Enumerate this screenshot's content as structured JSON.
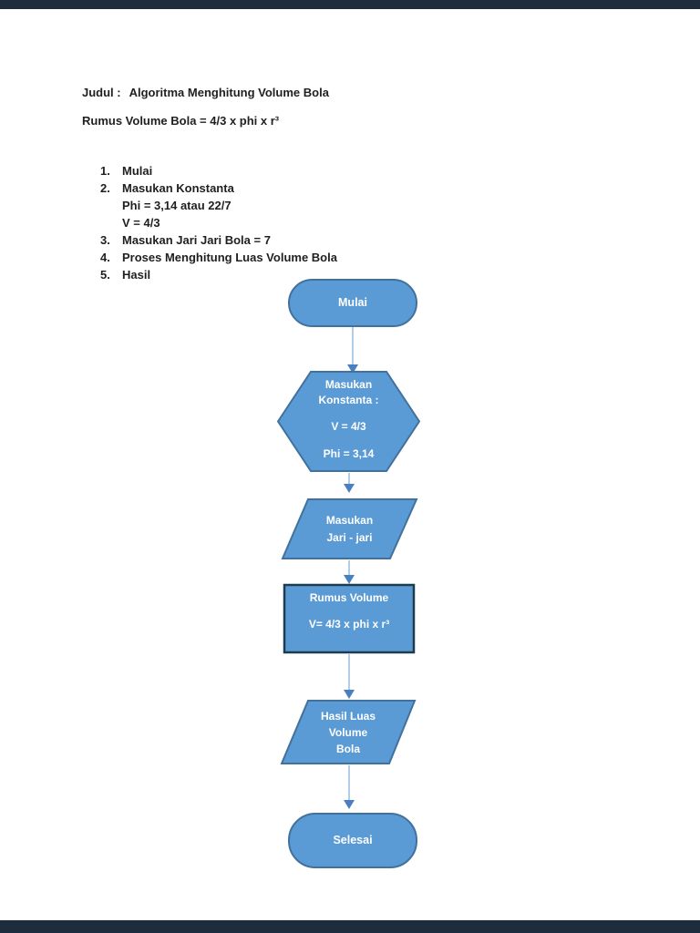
{
  "viewer": {
    "letterbox_color": "#1E2D3E"
  },
  "colors": {
    "shape_fill": "#5B9BD5",
    "shape_border": "#41719C",
    "process_border": "#1E3C50",
    "arrow_stem": "#95BEE4",
    "arrow_head": "#4A80C0",
    "shape_text": "#FFFFFF",
    "document_text": "#1F1F1F"
  },
  "document": {
    "title_label": "Judul :",
    "title_text": "Algoritma Menghitung Volume Bola",
    "formula_line": "Rumus Volume Bola = 4/3 x phi x r³",
    "steps": [
      {
        "num": "1.",
        "text": "Mulai"
      },
      {
        "num": "2.",
        "text": "Masukan Konstanta"
      },
      {
        "num": "",
        "text": "Phi = 3,14 atau 22/7"
      },
      {
        "num": "",
        "text": "V = 4/3"
      },
      {
        "num": "3.",
        "text": "Masukan Jari Jari Bola = 7"
      },
      {
        "num": "4.",
        "text": "Proses Menghitung Luas Volume Bola"
      },
      {
        "num": "5.",
        "text": "Hasil"
      }
    ]
  },
  "flowchart": {
    "start": {
      "label": "Mulai"
    },
    "constants": {
      "line1": "Masukan",
      "line2": "Konstanta :",
      "line3": "V = 4/3",
      "line4": "Phi = 3,14"
    },
    "input": {
      "line1": "Masukan",
      "line2": "Jari - jari"
    },
    "process": {
      "line1": "Rumus Volume",
      "line2": "V=  4/3 x phi x r³"
    },
    "output": {
      "line1": "Hasil Luas",
      "line2": "Volume",
      "line3": "Bola"
    },
    "end": {
      "label": "Selesai"
    }
  }
}
